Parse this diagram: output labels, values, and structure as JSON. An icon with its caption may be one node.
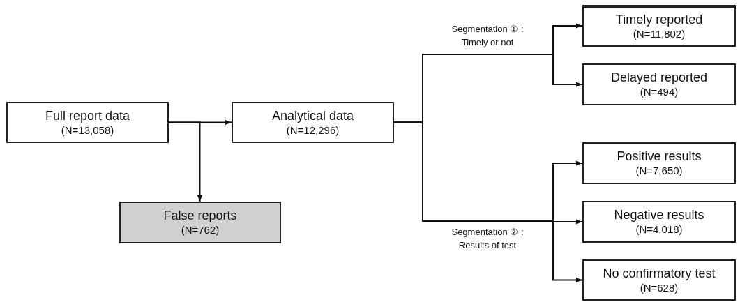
{
  "diagram": {
    "nodes": [
      {
        "text": [
          "Full report data",
          "(N=13,058)"
        ]
      },
      {
        "text": [
          "Analytical data",
          "(N=12,296)"
        ]
      },
      {
        "text": [
          "False reports",
          "(N=762)"
        ]
      },
      {
        "text": [
          "Timely reported",
          "(N=11,802)"
        ]
      },
      {
        "text": [
          "Delayed reported",
          "(N=494)"
        ]
      },
      {
        "text": [
          "Positive results",
          "(N=7,650)"
        ]
      },
      {
        "text": [
          "Negative results",
          "(N=4,018)"
        ]
      },
      {
        "text": [
          "No confirmatory test",
          "(N=628)"
        ]
      }
    ],
    "edges": [
      {
        "from": 0,
        "to": 1,
        "arrow": "to"
      },
      {
        "from": 0,
        "to": 2,
        "arrow": "to"
      },
      {
        "from": 1,
        "to": 3,
        "arrow": "to",
        "label": "Segmentation ① : Timely or not"
      },
      {
        "from": 1,
        "to": 4,
        "arrow": "to"
      },
      {
        "from": 1,
        "to": 5,
        "arrow": "to",
        "label": "Segmentation ② : Results of test"
      },
      {
        "from": 1,
        "to": 6,
        "arrow": "to"
      },
      {
        "from": 1,
        "to": 7,
        "arrow": "to"
      }
    ]
  }
}
